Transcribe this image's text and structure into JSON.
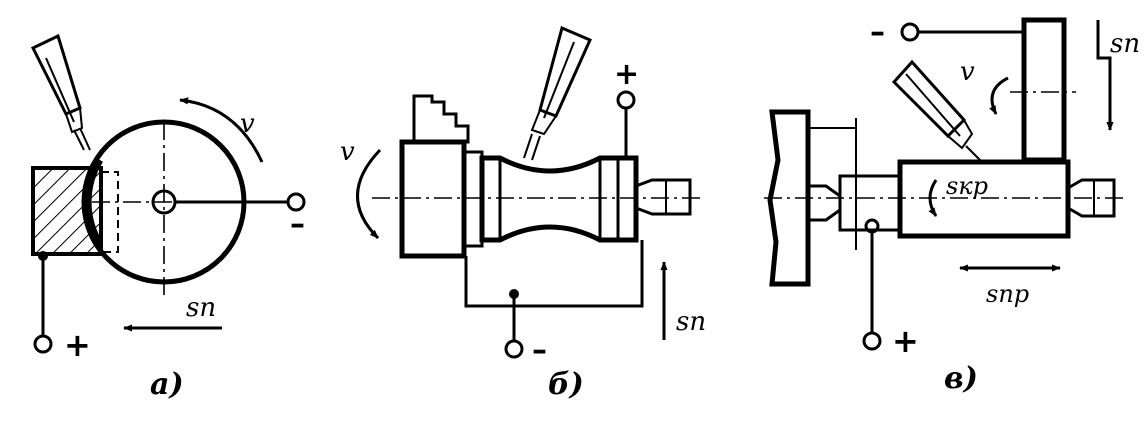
{
  "panel_a": {
    "caption": "а)",
    "labels": {
      "rotation": "v",
      "feed": "sп",
      "plus": "+",
      "minus": "–"
    }
  },
  "panel_b": {
    "caption": "б)",
    "labels": {
      "rotation": "v",
      "feed": "sп",
      "plus": "+",
      "minus": "–"
    }
  },
  "panel_c": {
    "caption": "в)",
    "labels": {
      "rotation": "v",
      "feed_vertical": "sп",
      "feed_circular": "sкр",
      "feed_longitudinal": "sпр",
      "plus": "+",
      "minus": "–"
    }
  }
}
